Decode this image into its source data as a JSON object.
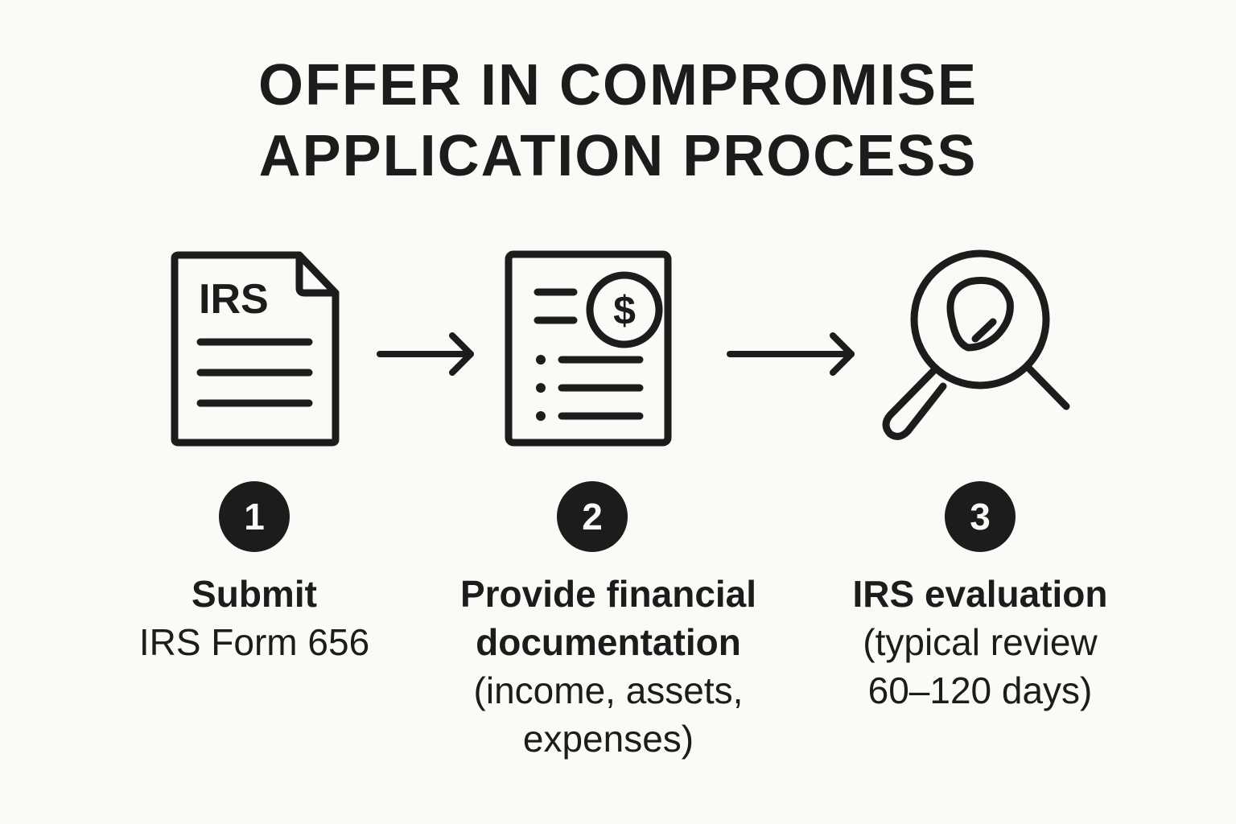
{
  "title": {
    "line1": "OFFER IN COMPROMISE",
    "line2": "APPLICATION PROCESS"
  },
  "steps": [
    {
      "number": "1",
      "icon": "irs-form-document-icon",
      "icon_text": "IRS",
      "lines": [
        "Submit",
        "IRS Form 656"
      ]
    },
    {
      "number": "2",
      "icon": "financial-document-dollar-icon",
      "icon_text": "$",
      "lines": [
        "Provide financial",
        "documentation",
        "(income, assets,",
        "expenses)"
      ]
    },
    {
      "number": "3",
      "icon": "magnifying-glass-icon",
      "lines": [
        "IRS evaluation",
        "(typical review",
        "60–120 days)"
      ]
    }
  ],
  "arrows": [
    "arrow-right-icon",
    "arrow-right-icon"
  ],
  "colors": {
    "ink": "#1c1c1c",
    "background": "#fbfaf6"
  }
}
